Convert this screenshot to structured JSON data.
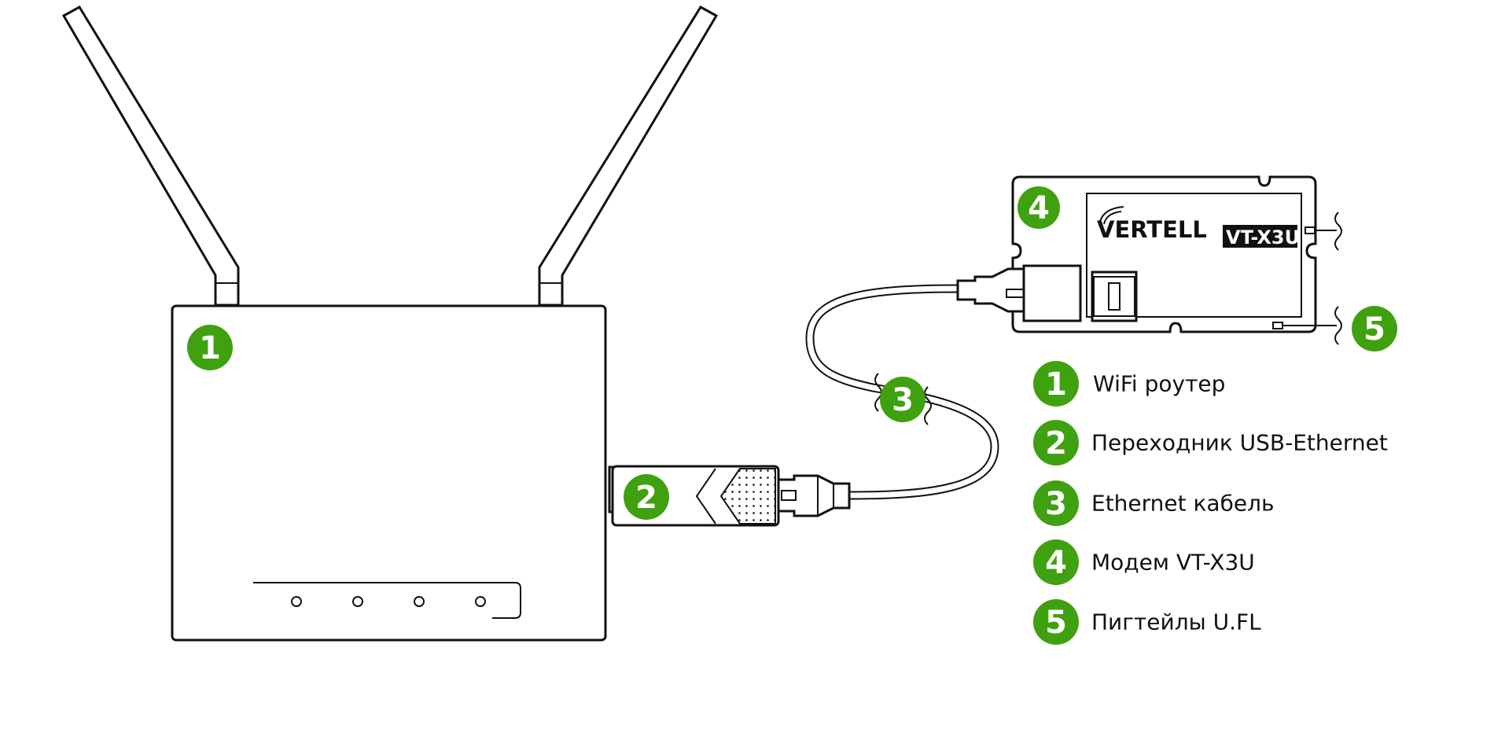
{
  "badges": {
    "router": "1",
    "adapter": "2",
    "cable": "3",
    "modem": "4",
    "pigtails": "5"
  },
  "modem_logo": {
    "brand": "VERTELL",
    "model": "VT-X3U"
  },
  "legend": [
    {
      "number": "1",
      "label": "WiFi роутер"
    },
    {
      "number": "2",
      "label": "Переходник USB-Ethernet"
    },
    {
      "number": "3",
      "label": "Ethernet кабель"
    },
    {
      "number": "4",
      "label": "Модем VT-X3U"
    },
    {
      "number": "5",
      "label": "Пигтейлы U.FL"
    }
  ],
  "colors": {
    "badge": "#3fa10f",
    "outline": "#111111",
    "logo_box": "#111111"
  }
}
